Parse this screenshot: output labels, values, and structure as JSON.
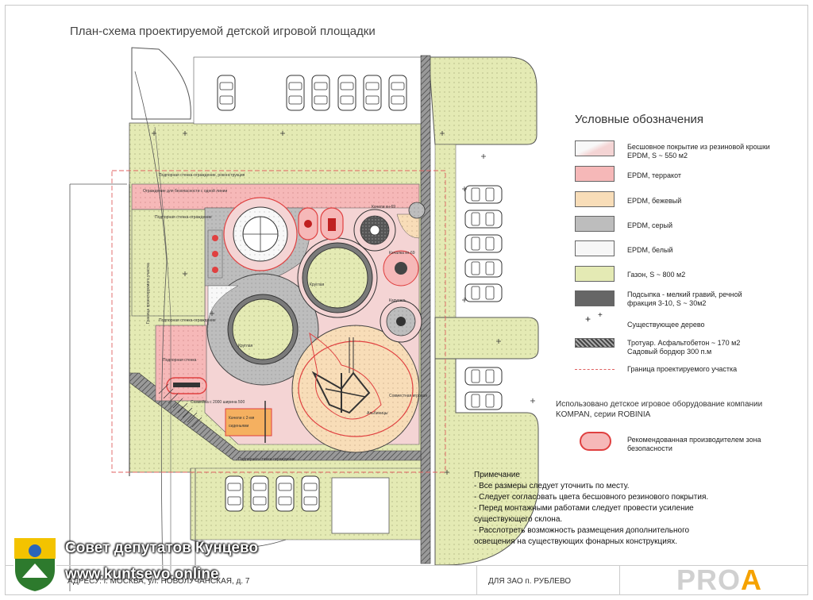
{
  "title": "План-схема проектируемой детской игровой площадки",
  "legend": {
    "title": "Условные обозначения",
    "items": [
      {
        "text": "Бесшовное покрытие из резиновой крошки EPDM, S ~ 550 м2",
        "color": "#f4d4d4"
      },
      {
        "text": "EPDM, терракот",
        "color": "#f6b8b8"
      },
      {
        "text": "EPDM, бежевый",
        "color": "#f8ddb8"
      },
      {
        "text": "EPDM, серый",
        "color": "#bdbdbd"
      },
      {
        "text": "EPDM, белый",
        "color": "#f7f7f7"
      },
      {
        "text": "Газон, S ~ 800 м2",
        "color": "#e4eab4"
      },
      {
        "text": "Подсыпка - мелкий гравий, речной фракция 3-10,  S ~ 30м2",
        "color": "#666666"
      },
      {
        "text": "Существующее дерево"
      },
      {
        "text": "Тротуар. Асфальтобетон ~ 170 м2 Садовый бордюр 300 п.м",
        "color": "#555555"
      },
      {
        "text": "Граница проектируемого участка",
        "color": "#e06060"
      }
    ]
  },
  "equipment_note": "Использовано детское игровое оборудование компании KOMPAN, серии ROBINIA",
  "safety_zone": "Рекомендованная производителем зона безопасности",
  "notes": {
    "heading": "Примечание",
    "lines": [
      "- Все размеры следует уточнить по месту.",
      "- Следует согласовать цвета бесшовного резинового покрытия.",
      "- Перед монтажными работами следует провести усиление",
      "существующего склона.",
      "- Расслотреть возможность размещения дополнительного",
      "освещения на существующих фонарных конструкциях."
    ]
  },
  "footer": {
    "address": "АДРЕСУ: г. МОСКВА, ул. НОВОЛУЧАНСКАЯ, д. 7",
    "client": "ДЛЯ ЗАО п. РУБЛЕВО",
    "brand_main": "PRO",
    "brand_accent": "A"
  },
  "watermark": {
    "line1": "Совет депутатов Кунцево",
    "line2": "www.kuntsevo.online"
  }
}
